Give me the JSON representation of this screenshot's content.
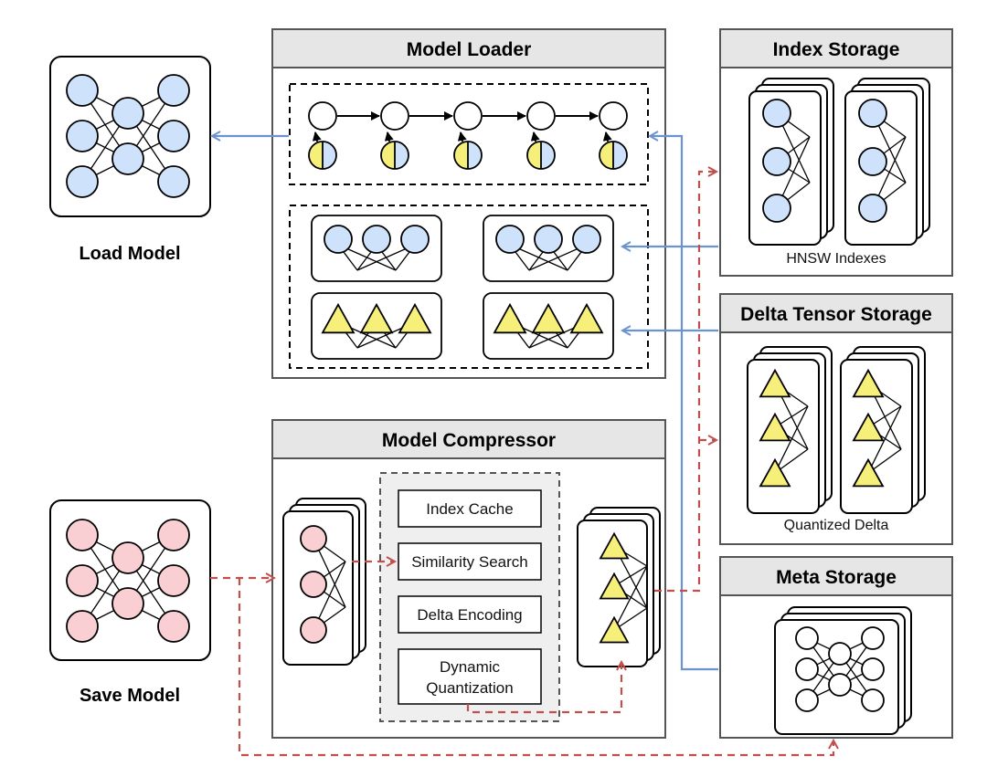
{
  "load_model": {
    "label": "Load Model"
  },
  "save_model": {
    "label": "Save Model"
  },
  "model_loader": {
    "title": "Model Loader"
  },
  "model_compressor": {
    "title": "Model Compressor",
    "steps": [
      "Index Cache",
      "Similarity Search",
      "Delta Encoding",
      "Dynamic",
      "Quantization"
    ]
  },
  "index_storage": {
    "title": "Index Storage",
    "caption": "HNSW Indexes"
  },
  "delta_tensor_storage": {
    "title": "Delta Tensor Storage",
    "caption": "Quantized Delta"
  },
  "meta_storage": {
    "title": "Meta Storage"
  },
  "colors": {
    "blue_node": "#cfe2fb",
    "pink_node": "#f9cfd3",
    "yellow_tri": "#f6f07a",
    "blue_arrow": "#6b93cf",
    "red_arrow": "#c0504d",
    "header_gray": "#e6e6e6",
    "panel_gray": "#efefef"
  }
}
